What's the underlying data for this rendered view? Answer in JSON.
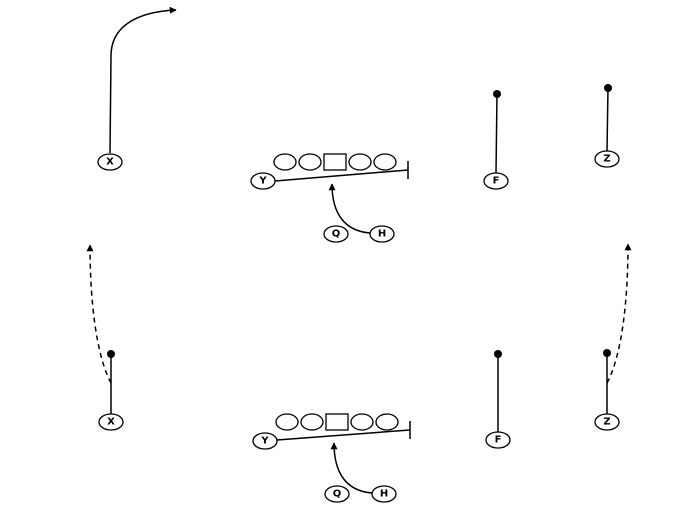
{
  "play_top": {
    "players": {
      "x": "X",
      "y": "Y",
      "z": "Z",
      "f": "F",
      "q": "Q",
      "h": "H"
    }
  },
  "play_bottom": {
    "players": {
      "x": "X",
      "y": "Y",
      "z": "Z",
      "f": "F",
      "q": "Q",
      "h": "H"
    }
  },
  "colors": {
    "ink": "#000000",
    "background": "#ffffff"
  },
  "icons": {
    "route_end_arrow": "arrowhead-icon",
    "route_end_dot": "dot-icon"
  }
}
